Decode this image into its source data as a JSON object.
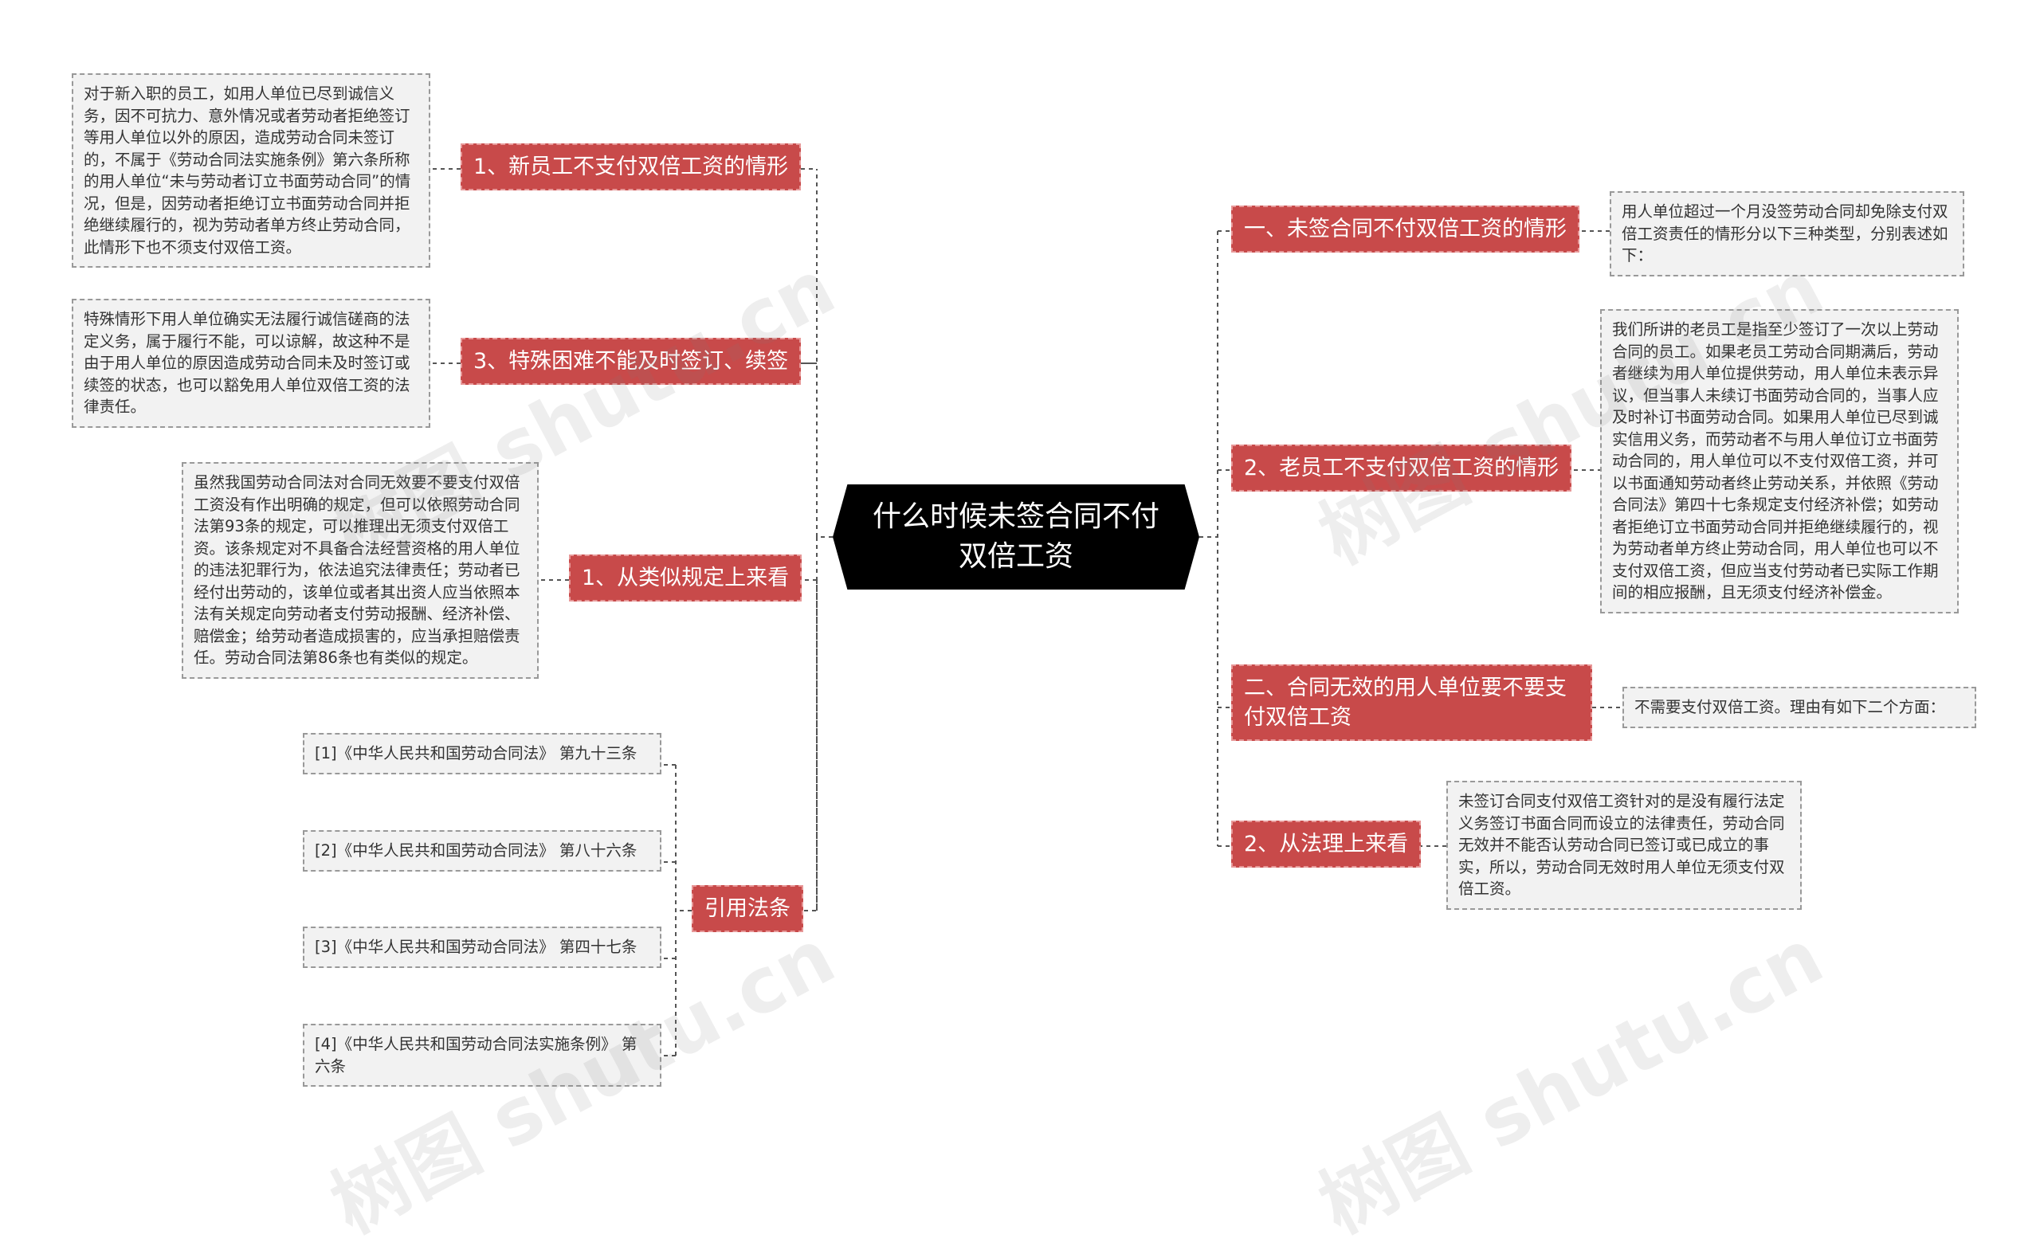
{
  "central_topic": "什么时候未签合同不付双倍工资",
  "left_branches": [
    {
      "label": "1、新员工不支付双倍工资的情形",
      "detail": "对于新入职的员工，如用人单位已尽到诚信义务，因不可抗力、意外情况或者劳动者拒绝签订等用人单位以外的原因，造成劳动合同未签订的，不属于《劳动合同法实施条例》第六条所称的用人单位“未与劳动者订立书面劳动合同”的情况，但是，因劳动者拒绝订立书面劳动合同并拒绝继续履行的，视为劳动者单方终止劳动合同，此情形下也不须支付双倍工资。"
    },
    {
      "label": "3、特殊困难不能及时签订、续签",
      "detail": "特殊情形下用人单位确实无法履行诚信磋商的法定义务，属于履行不能，可以谅解，故这种不是由于用人单位的原因造成劳动合同未及时签订或续签的状态，也可以豁免用人单位双倍工资的法律责任。"
    },
    {
      "label": "1、从类似规定上来看",
      "detail": "虽然我国劳动合同法对合同无效要不要支付双倍工资没有作出明确的规定，但可以依照劳动合同法第93条的规定，可以推理出无须支付双倍工资。该条规定对不具备合法经营资格的用人单位的违法犯罪行为，依法追究法律责任；劳动者已经付出劳动的，该单位或者其出资人应当依照本法有关规定向劳动者支付劳动报酬、经济补偿、赔偿金；给劳动者造成损害的，应当承担赔偿责任。劳动合同法第86条也有类似的规定。"
    },
    {
      "label": "引用法条",
      "refs": [
        "[1]《中华人民共和国劳动合同法》 第九十三条",
        "[2]《中华人民共和国劳动合同法》 第八十六条",
        "[3]《中华人民共和国劳动合同法》 第四十七条",
        "[4]《中华人民共和国劳动合同法实施条例》 第六条"
      ]
    }
  ],
  "right_branches": [
    {
      "label": "一、未签合同不付双倍工资的情形",
      "detail": "用人单位超过一个月没签劳动合同却免除支付双倍工资责任的情形分以下三种类型，分别表述如下："
    },
    {
      "label": "2、老员工不支付双倍工资的情形",
      "detail": "我们所讲的老员工是指至少签订了一次以上劳动合同的员工。如果老员工劳动合同期满后，劳动者继续为用人单位提供劳动，用人单位未表示异议，但当事人未续订书面劳动合同的，当事人应及时补订书面劳动合同。如果用人单位已尽到诚实信用义务，而劳动者不与用人单位订立书面劳动合同的，用人单位可以不支付双倍工资，并可以书面通知劳动者终止劳动关系，并依照《劳动合同法》第四十七条规定支付经济补偿；如劳动者拒绝订立书面劳动合同并拒绝继续履行的，视为劳动者单方终止劳动合同，用人单位也可以不支付双倍工资，但应当支付劳动者已实际工作期间的相应报酬，且无须支付经济补偿金。"
    },
    {
      "label": "二、合同无效的用人单位要不要支付双倍工资",
      "detail": "不需要支付双倍工资。理由有如下二个方面："
    },
    {
      "label": "2、从法理上来看",
      "detail": "未签订合同支付双倍工资针对的是没有履行法定义务签订书面合同而设立的法律责任，劳动合同无效并不能否认劳动合同已签订或已成立的事实，所以，劳动合同无效时用人单位无须支付双倍工资。"
    }
  ],
  "watermark": "树图 shutu.cn",
  "colors": {
    "center_bg": "#000000",
    "branch_bg": "#c84a4a",
    "leaf_bg": "#f2f2f2",
    "connector": "#555555"
  }
}
